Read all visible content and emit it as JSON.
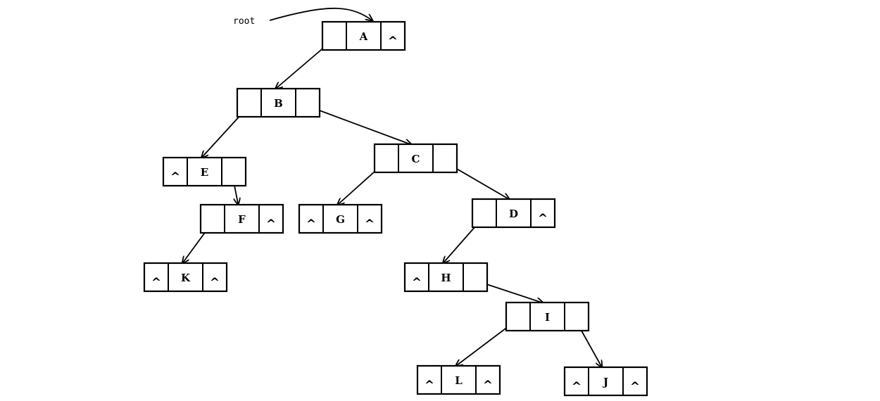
{
  "root_label": "root",
  "null_symbol": "^",
  "nodes": [
    {
      "id": "A",
      "label": "A",
      "left_null": false,
      "right_null": true
    },
    {
      "id": "B",
      "label": "B",
      "left_null": false,
      "right_null": false
    },
    {
      "id": "C",
      "label": "C",
      "left_null": false,
      "right_null": false
    },
    {
      "id": "D",
      "label": "D",
      "left_null": false,
      "right_null": true
    },
    {
      "id": "E",
      "label": "E",
      "left_null": true,
      "right_null": false
    },
    {
      "id": "F",
      "label": "F",
      "left_null": false,
      "right_null": true
    },
    {
      "id": "G",
      "label": "G",
      "left_null": true,
      "right_null": true
    },
    {
      "id": "H",
      "label": "H",
      "left_null": true,
      "right_null": false
    },
    {
      "id": "I",
      "label": "I",
      "left_null": false,
      "right_null": false
    },
    {
      "id": "J",
      "label": "J",
      "left_null": true,
      "right_null": true
    },
    {
      "id": "K",
      "label": "K",
      "left_null": true,
      "right_null": true
    },
    {
      "id": "L",
      "label": "L",
      "left_null": true,
      "right_null": true
    }
  ],
  "edges": [
    {
      "from": "root",
      "to": "A",
      "kind": "root"
    },
    {
      "from": "A",
      "to": "B",
      "kind": "left"
    },
    {
      "from": "B",
      "to": "E",
      "kind": "left"
    },
    {
      "from": "B",
      "to": "C",
      "kind": "right"
    },
    {
      "from": "E",
      "to": "F",
      "kind": "right"
    },
    {
      "from": "F",
      "to": "K",
      "kind": "left"
    },
    {
      "from": "C",
      "to": "G",
      "kind": "left"
    },
    {
      "from": "C",
      "to": "D",
      "kind": "right"
    },
    {
      "from": "D",
      "to": "H",
      "kind": "left"
    },
    {
      "from": "H",
      "to": "I",
      "kind": "right"
    },
    {
      "from": "I",
      "to": "L",
      "kind": "left"
    },
    {
      "from": "I",
      "to": "J",
      "kind": "right"
    }
  ]
}
